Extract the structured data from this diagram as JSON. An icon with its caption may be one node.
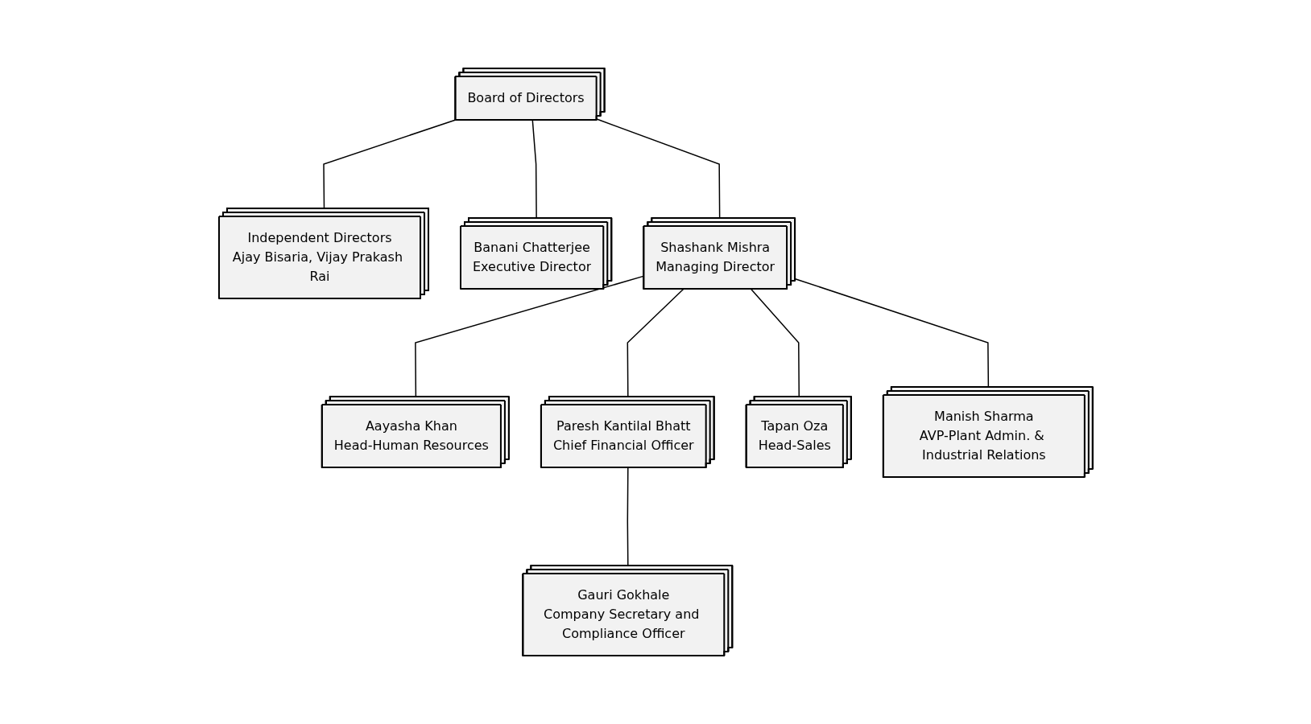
{
  "diagram": {
    "nodes": [
      {
        "text": [
          "Board of Directors"
        ]
      },
      {
        "text": [
          "Independent Directors",
          "Ajay Bisaria, Vijay Prakash Rai"
        ]
      },
      {
        "text": [
          "Banani Chatterjee",
          "Executive Director"
        ]
      },
      {
        "text": [
          "Shashank Mishra",
          "Managing Director"
        ]
      },
      {
        "text": [
          "Aayasha Khan",
          "Head-Human Resources"
        ]
      },
      {
        "text": [
          "Paresh Kantilal Bhatt",
          "Chief Financial Officer"
        ]
      },
      {
        "text": [
          "Tapan Oza",
          "Head-Sales"
        ]
      },
      {
        "text": [
          "Manish Sharma",
          "AVP-Plant Admin. & Industrial Relations"
        ]
      },
      {
        "text": [
          "Gauri Gokhale",
          "Company Secretary and Compliance Officer"
        ]
      }
    ],
    "edges": [
      {
        "from": 0,
        "to": 1,
        "arrow": "none"
      },
      {
        "from": 0,
        "to": 2,
        "arrow": "none"
      },
      {
        "from": 0,
        "to": 3,
        "arrow": "none"
      },
      {
        "from": 3,
        "to": 4,
        "arrow": "none"
      },
      {
        "from": 3,
        "to": 5,
        "arrow": "none"
      },
      {
        "from": 3,
        "to": 6,
        "arrow": "none"
      },
      {
        "from": 3,
        "to": 7,
        "arrow": "none"
      },
      {
        "from": 5,
        "to": 8,
        "arrow": "none"
      }
    ]
  }
}
